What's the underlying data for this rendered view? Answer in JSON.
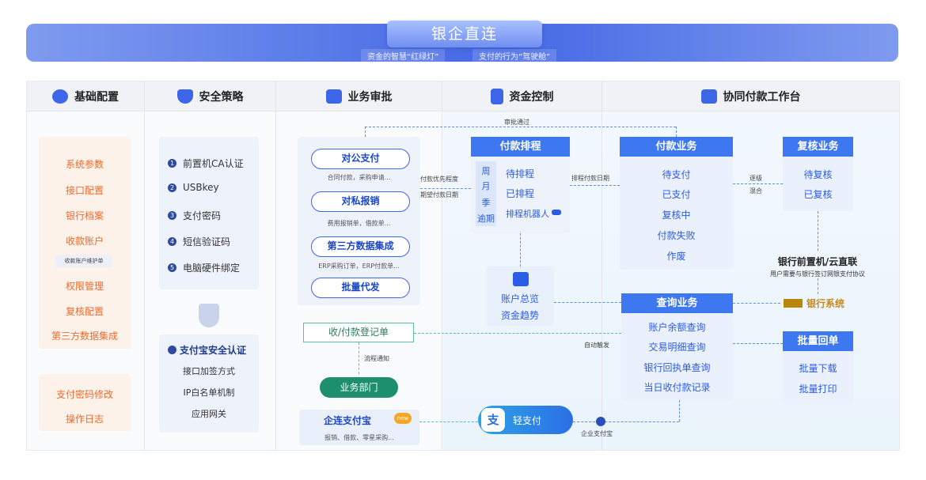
{
  "banner": {
    "title": "银企直连",
    "sub_left": "资金的智慧“红绿灯”",
    "sub_right": "支付的行为“驾驶舱”"
  },
  "columns": {
    "basic": "基础配置",
    "security": "安全策略",
    "approval": "业务审批",
    "funds": "资金控制",
    "workbench": "协同付款工作台"
  },
  "basic_items": [
    "系统参数",
    "接口配置",
    "银行档案",
    "收款账户",
    "收款账户维护单",
    "权限管理",
    "复核配置",
    "第三方数据集成"
  ],
  "basic_items2": [
    "支付密码修改",
    "操作日志"
  ],
  "security_items": [
    "前置机CA认证",
    "USBkey",
    "支付密码",
    "短信验证码",
    "电脑硬件绑定"
  ],
  "security_nums": [
    "1",
    "2",
    "3",
    "4",
    "5"
  ],
  "alipay_security": {
    "title": "支付宝安全认证",
    "items": [
      "接口加签方式",
      "IP白名单机制",
      "应用网关"
    ]
  },
  "approval": {
    "items": [
      {
        "title": "对公支付",
        "desc": "合同付款，采购申请..."
      },
      {
        "title": "对私报销",
        "desc": "费用报销单，借款单..."
      },
      {
        "title": "第三方数据集成",
        "desc": "ERP采购订单，ERP付款单..."
      }
    ],
    "batch": "批量代发",
    "register": "收/付款登记单",
    "notify": "流程通知",
    "dept": "业务部门",
    "alipay": "企连支付宝",
    "alipay_new": "new",
    "alipay_desc": "报销、借款、零星采购..."
  },
  "funds": {
    "sched_title": "付款排程",
    "periods": [
      "周",
      "月",
      "季",
      "逾期"
    ],
    "sched_items": [
      "待排程",
      "已排程",
      "排程机器人"
    ],
    "priority": "付款优先程度",
    "expected": "期望付款日期",
    "overview": [
      "账户总览",
      "资金趋势"
    ],
    "light_pay": "轻支付"
  },
  "workbench": {
    "approved": "审批通过",
    "sched_date": "排程付款日期",
    "pay_title": "付款业务",
    "pay_items": [
      "待支付",
      "已支付",
      "复核中",
      "付款失败",
      "作废"
    ],
    "step": [
      "逐级",
      "混合"
    ],
    "review_title": "复核业务",
    "review_items": [
      "待复核",
      "已复核"
    ],
    "bank_title": "银行前置机/云直联",
    "bank_desc": "用户需要与银行签订网银支付协议",
    "bank_system": "银行系统",
    "query_title": "查询业务",
    "query_items": [
      "账户余额查询",
      "交易明细查询",
      "银行回执单查询",
      "当日收付款记录"
    ],
    "auto": "自动触发",
    "batch_title": "批量回单",
    "batch_items": [
      "批量下载",
      "批量打印"
    ],
    "ent_alipay": "企业支付宝"
  },
  "colors": {
    "brand": "#3d67e8",
    "orange": "#f06a2c",
    "bluehead": "#3d78f0"
  }
}
